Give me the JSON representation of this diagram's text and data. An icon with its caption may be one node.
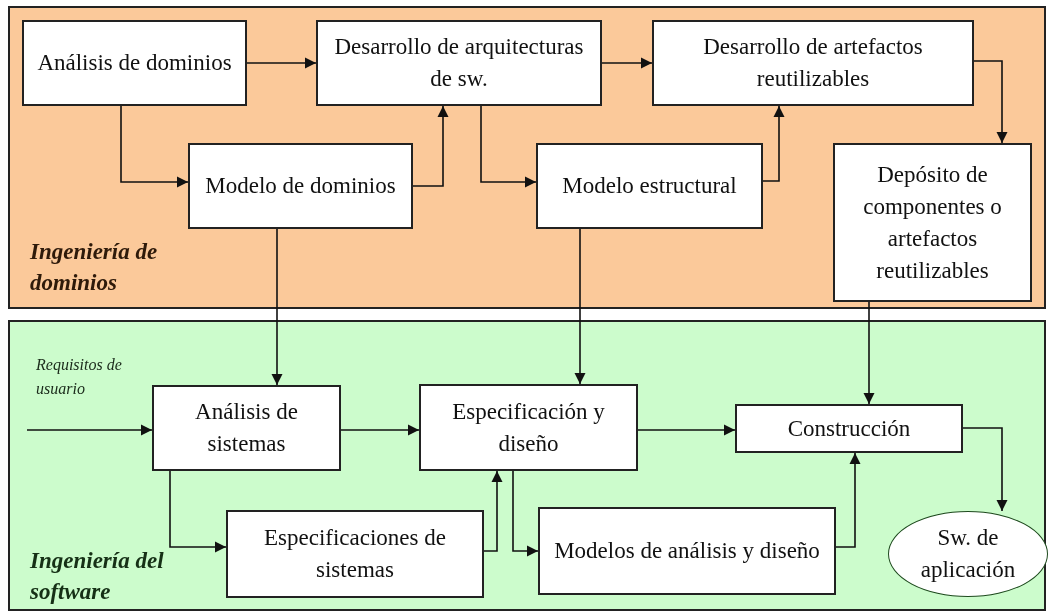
{
  "diagram": {
    "nodes": [
      {
        "text": [
          "Ingeniería de dominios"
        ]
      },
      {
        "text": [
          "Análisis de dominios"
        ],
        "in": 0
      },
      {
        "text": [
          "Desarrollo de arquitecturas de sw."
        ],
        "in": 0
      },
      {
        "text": [
          "Desarrollo de artefactos reutilizables"
        ],
        "in": 0
      },
      {
        "text": [
          "Modelo de dominios"
        ],
        "in": 0
      },
      {
        "text": [
          "Modelo estructural"
        ],
        "in": 0
      },
      {
        "text": [
          "Depósito de componentes o artefactos reutilizables"
        ],
        "in": 0
      },
      {
        "text": [
          "Ingeniería del software"
        ]
      },
      {
        "text": [
          "Análisis de sistemas"
        ],
        "in": 7
      },
      {
        "text": [
          "Especificación y diseño"
        ],
        "in": 7
      },
      {
        "text": [
          "Construcción"
        ],
        "in": 7
      },
      {
        "text": [
          "Especificaciones de sistemas"
        ],
        "in": 7
      },
      {
        "text": [
          "Modelos de análisis y diseño"
        ],
        "in": 7
      },
      {
        "text": [
          "Sw. de aplicación"
        ],
        "in": 7
      }
    ],
    "edges": [
      {
        "from": 1,
        "to": 2,
        "arrow": "to"
      },
      {
        "from": 1,
        "to": 4,
        "arrow": "to"
      },
      {
        "from": 4,
        "to": 2,
        "arrow": "to"
      },
      {
        "from": 2,
        "to": 3,
        "arrow": "to"
      },
      {
        "from": 2,
        "to": 5,
        "arrow": "to"
      },
      {
        "from": 5,
        "to": 3,
        "arrow": "to"
      },
      {
        "from": 3,
        "to": 6,
        "arrow": "to"
      },
      {
        "from": 4,
        "to": 8,
        "arrow": "to"
      },
      {
        "from": 5,
        "to": 9,
        "arrow": "to"
      },
      {
        "from": 6,
        "to": 10,
        "arrow": "to"
      },
      {
        "from": null,
        "to": 8,
        "arrow": "to",
        "label": "Requisitos de usuario"
      },
      {
        "from": 8,
        "to": 9,
        "arrow": "to"
      },
      {
        "from": 8,
        "to": 11,
        "arrow": "to"
      },
      {
        "from": 11,
        "to": 9,
        "arrow": "to"
      },
      {
        "from": 9,
        "to": 10,
        "arrow": "to"
      },
      {
        "from": 9,
        "to": 12,
        "arrow": "to"
      },
      {
        "from": 12,
        "to": 10,
        "arrow": "to"
      },
      {
        "from": 10,
        "to": 13,
        "arrow": "to"
      }
    ]
  }
}
